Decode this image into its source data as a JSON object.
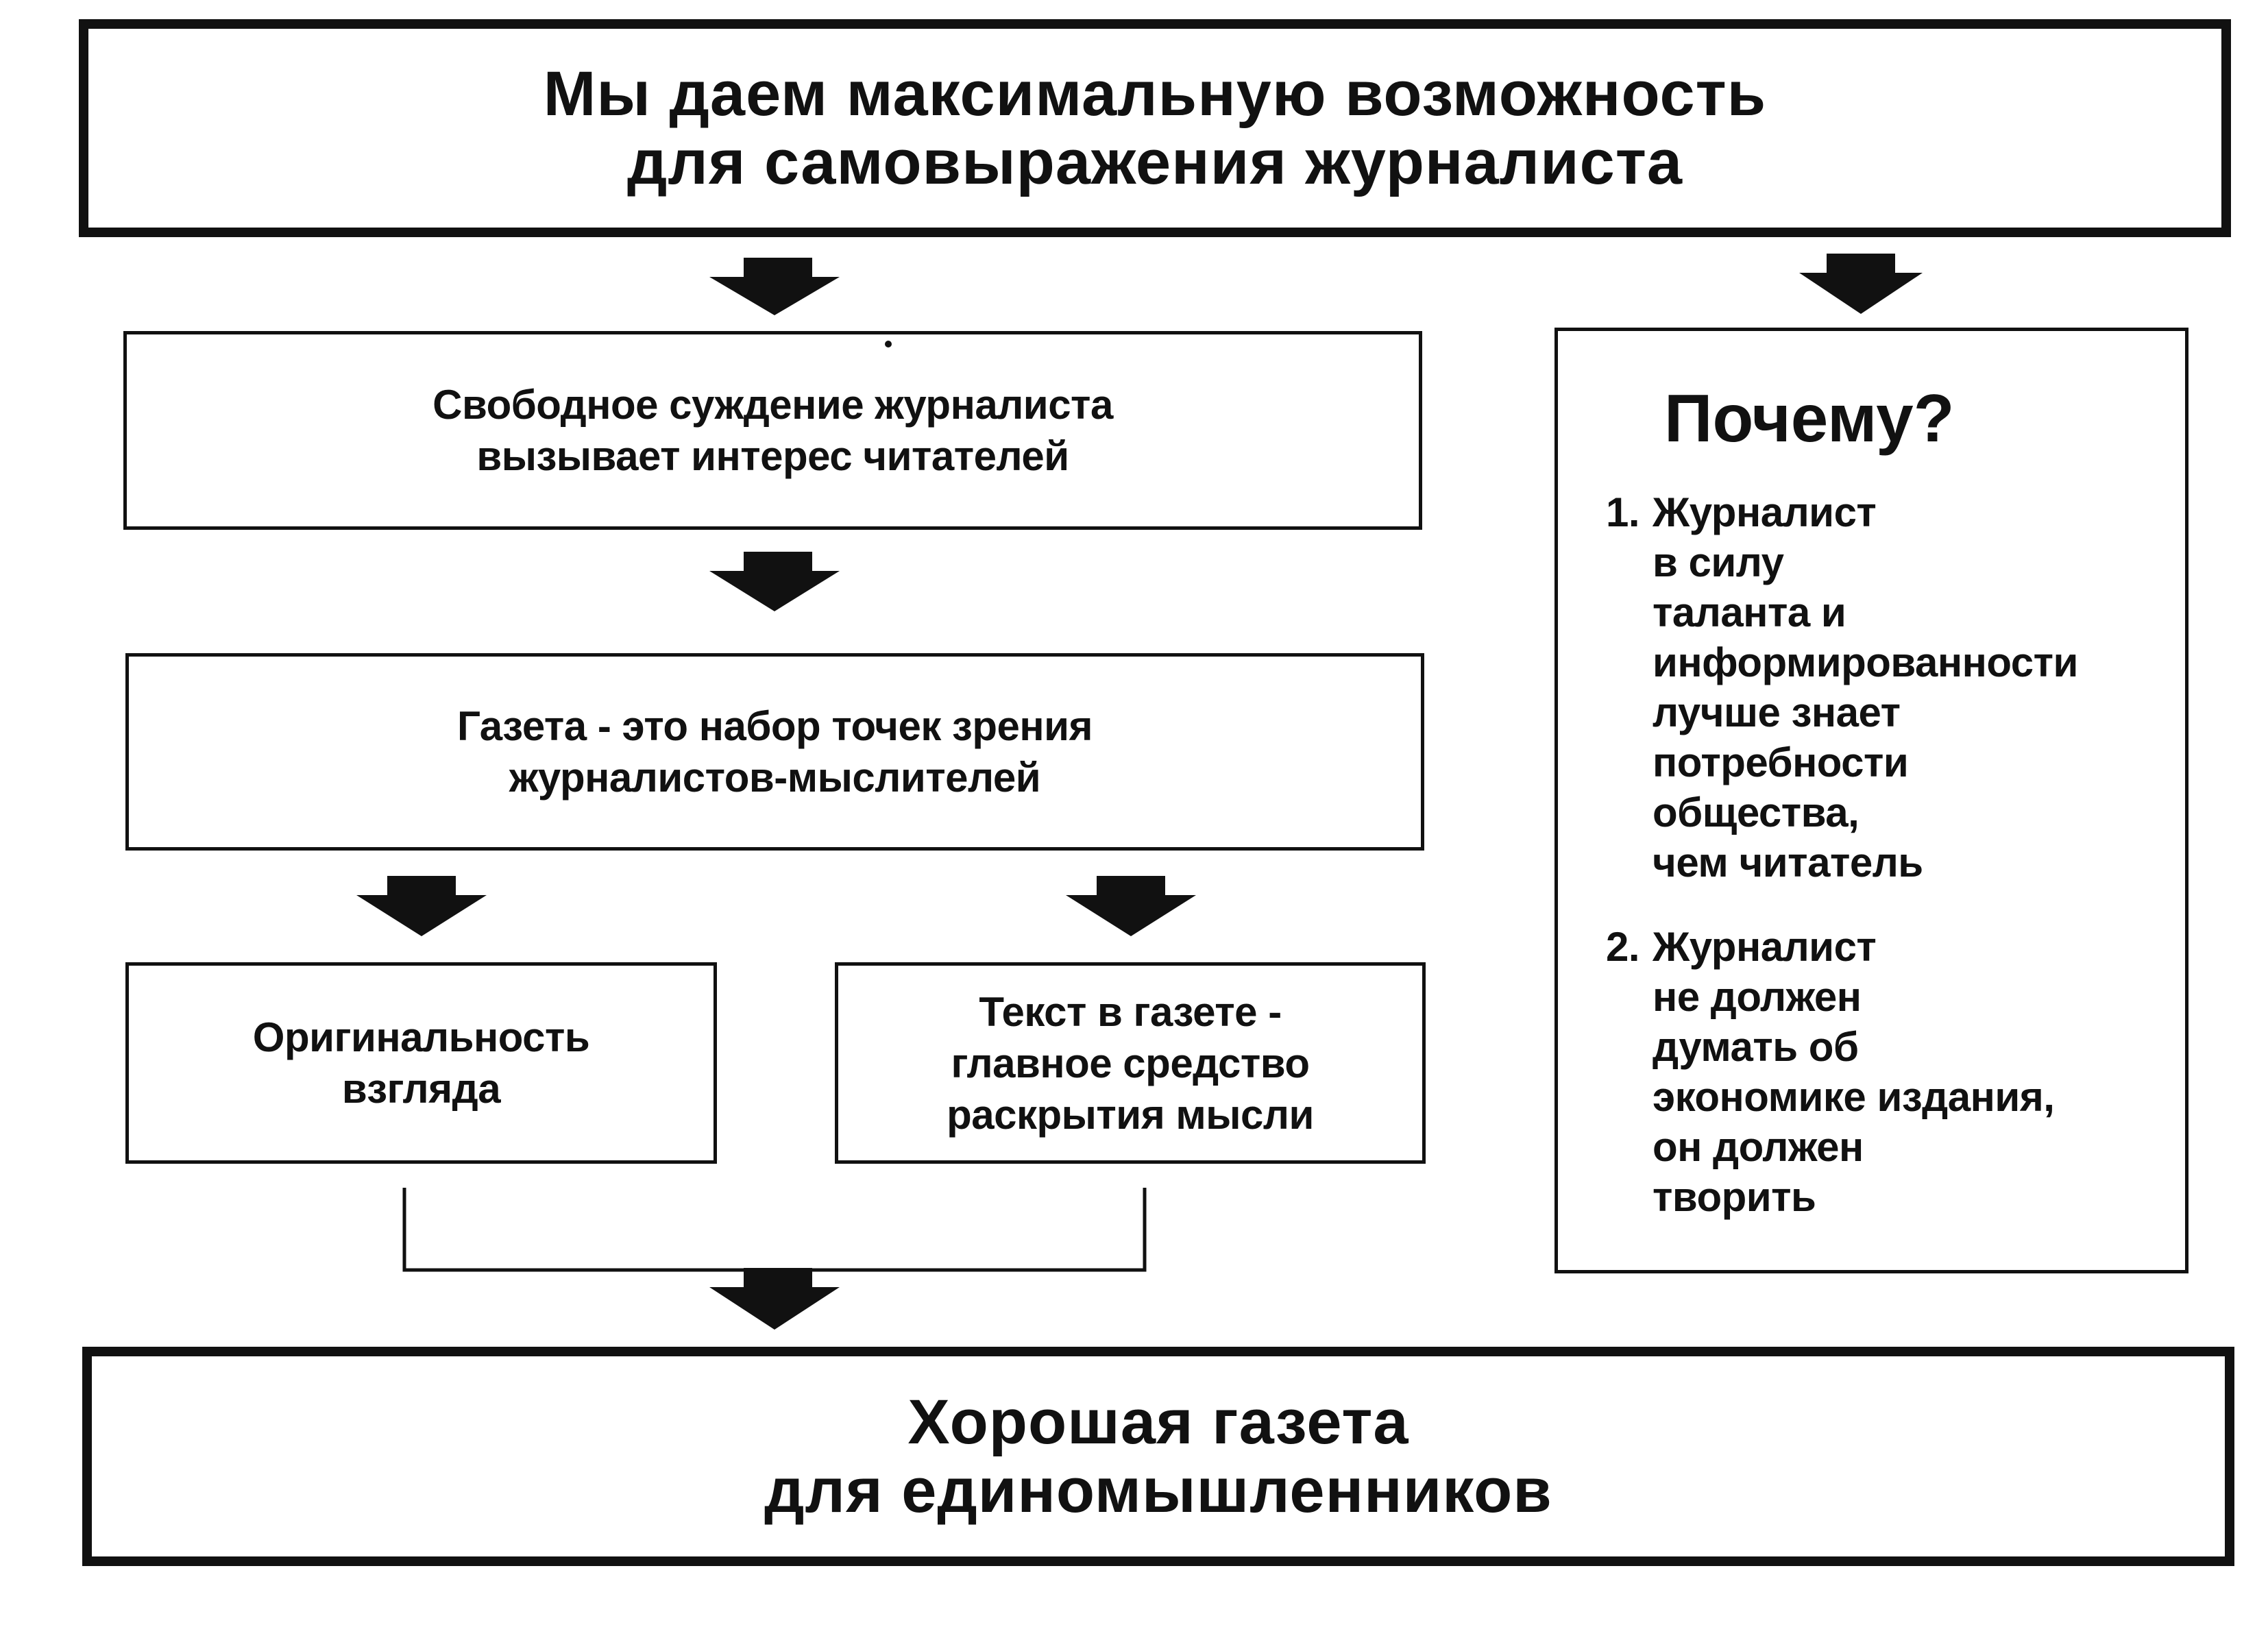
{
  "header": {
    "lines": [
      "Мы даем максимальную возможность",
      "для самовыражения журналиста"
    ]
  },
  "node_free_judgment": {
    "lines": [
      "Свободное суждение журналиста",
      "вызывает интерес читателей"
    ]
  },
  "node_newspaper_views": {
    "lines": [
      "Газета - это набор точек зрения",
      "журналистов-мыслителей"
    ]
  },
  "node_originality": {
    "lines": [
      "Оригинальность",
      "взгляда"
    ]
  },
  "node_text_means": {
    "lines": [
      "Текст в газете -",
      "главное средство",
      "раскрытия мысли"
    ]
  },
  "why": {
    "heading": "Почему?",
    "reasons": [
      {
        "num": "1.",
        "lines": [
          "Журналист",
          "в силу",
          "таланта и",
          "информированности",
          "лучше знает",
          "потребности",
          "общества,",
          "чем читатель"
        ]
      },
      {
        "num": "2.",
        "lines": [
          "Журналист",
          "не должен",
          "думать об",
          "экономике издания,",
          "он должен",
          "творить"
        ]
      }
    ]
  },
  "footer": {
    "lines": [
      "Хорошая газета",
      "для единомышленников"
    ]
  },
  "colors": {
    "ink": "#111111",
    "background": "#ffffff"
  }
}
